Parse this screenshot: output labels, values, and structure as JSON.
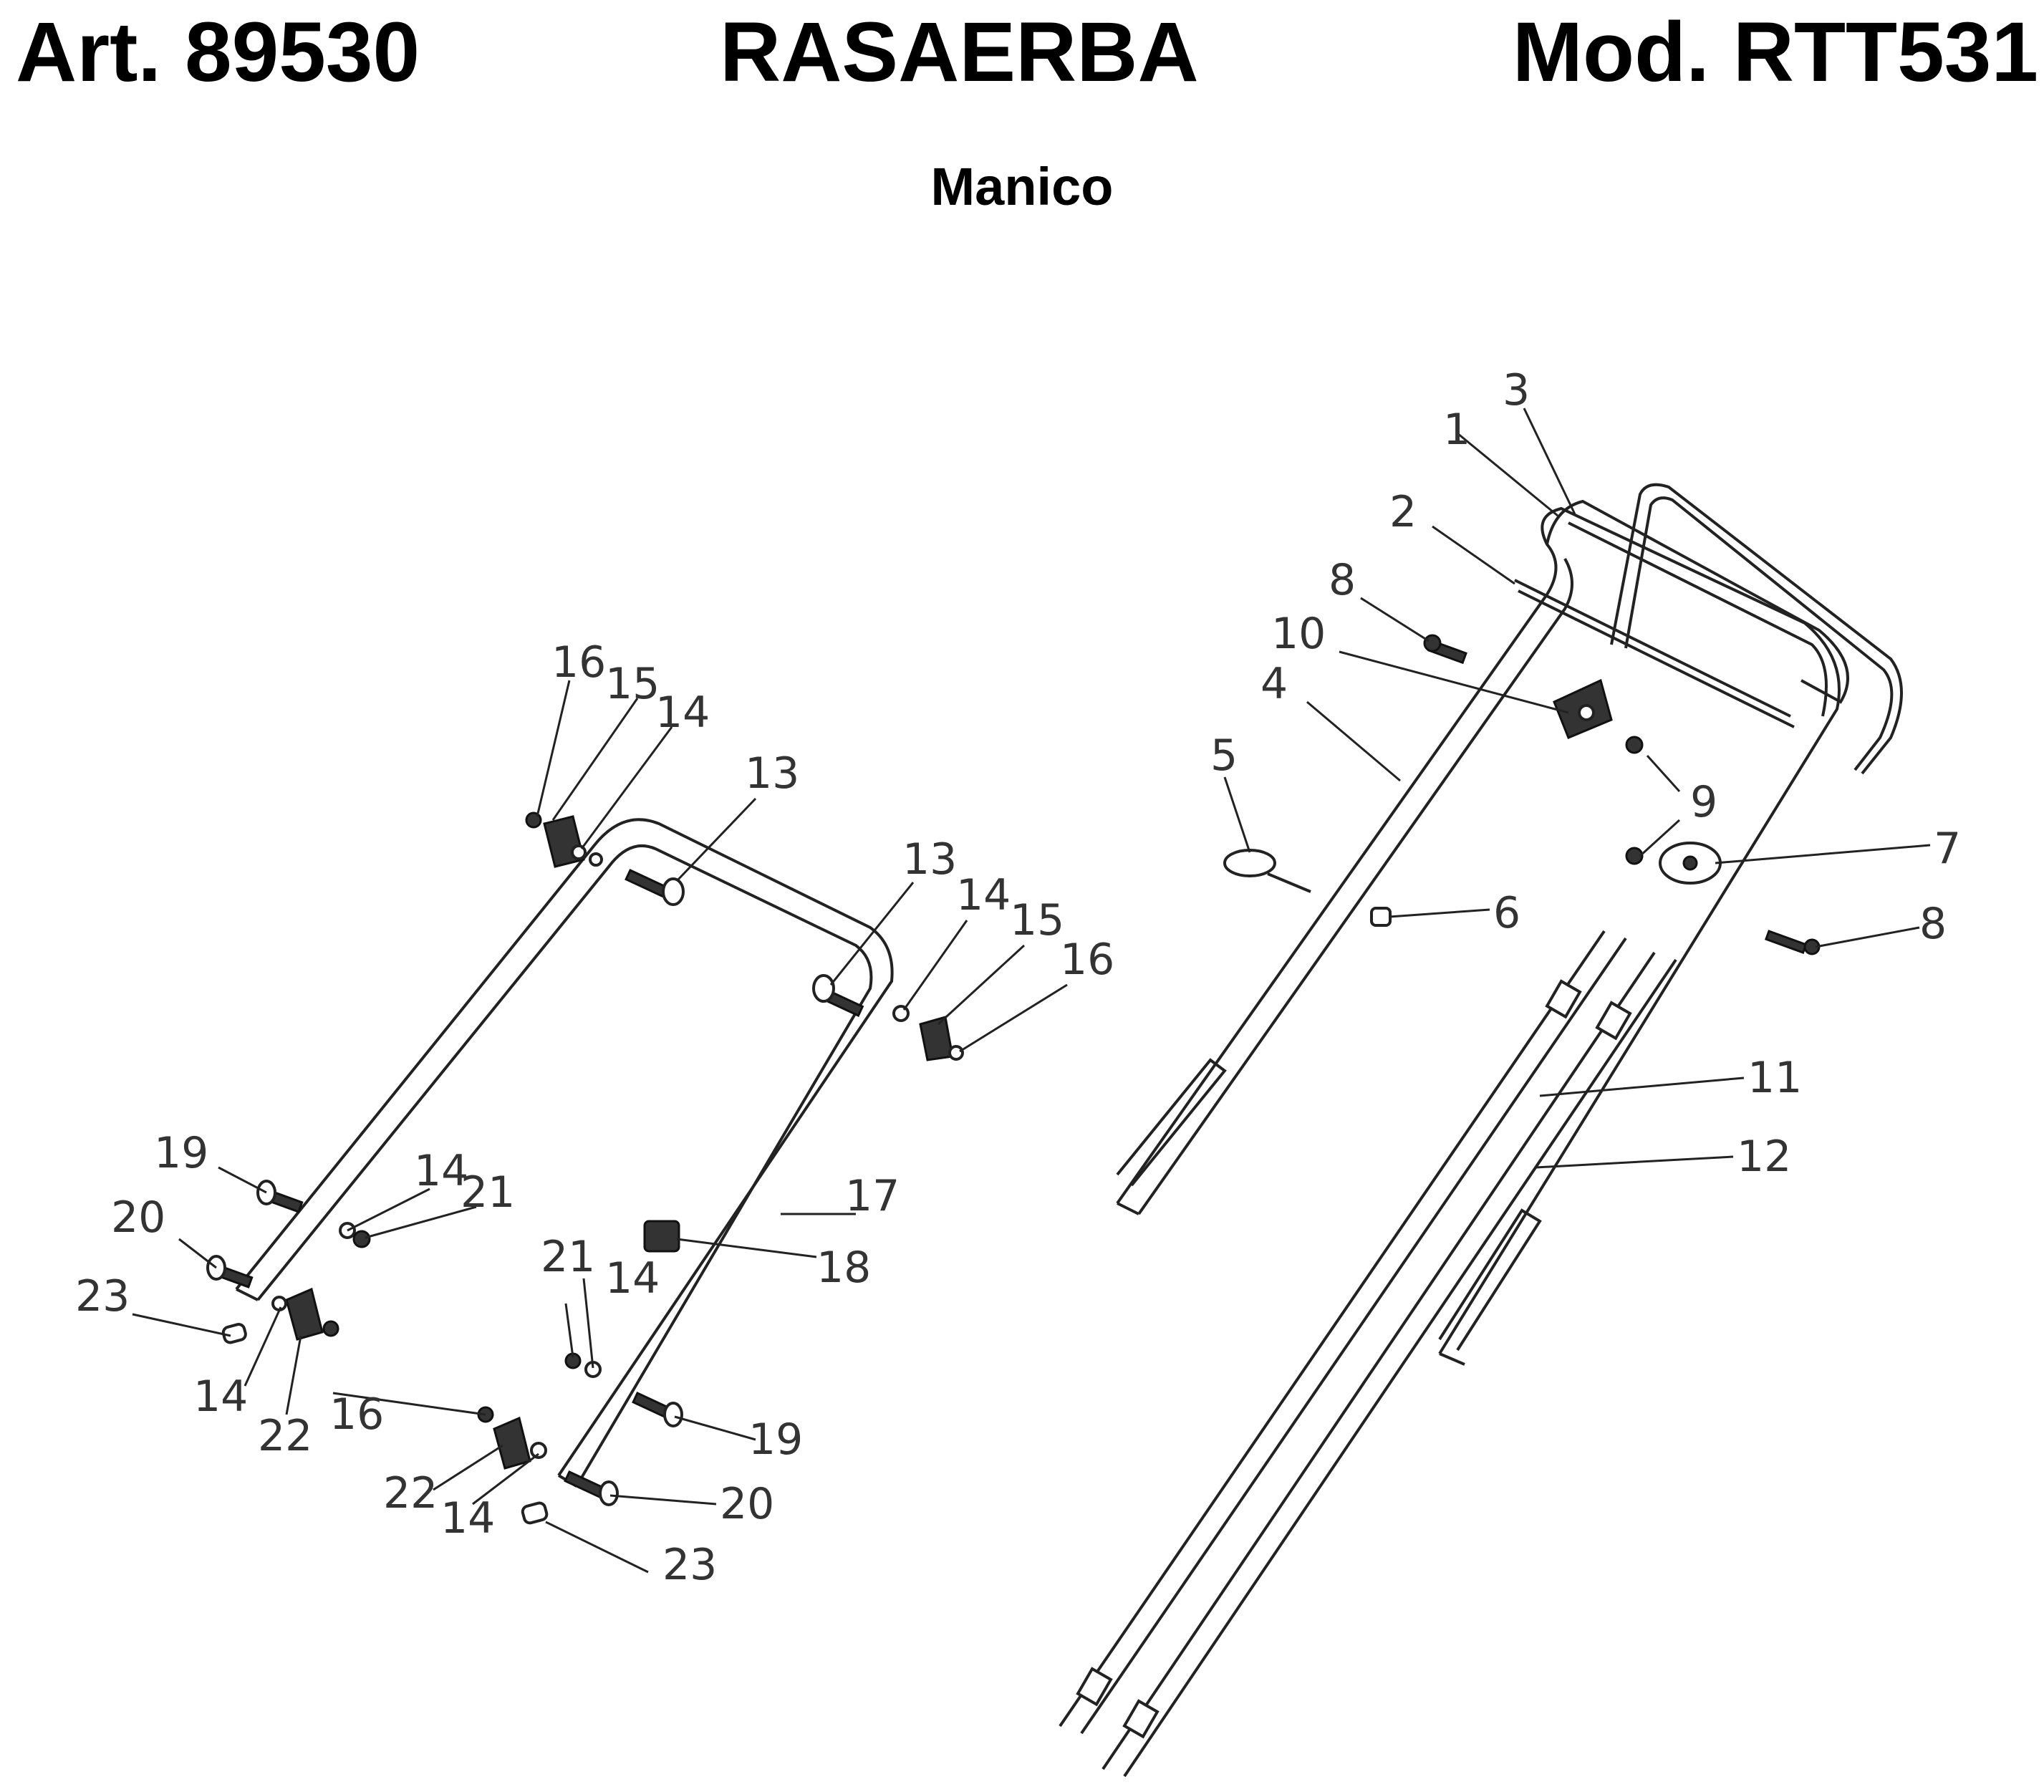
{
  "header": {
    "article": "Art. 89530",
    "product": "RASAERBA",
    "model": "Mod. RTT531"
  },
  "subtitle": "Manico",
  "callouts": {
    "n1": "1",
    "n2": "2",
    "n3": "3",
    "n4": "4",
    "n5": "5",
    "n6": "6",
    "n7": "7",
    "n8": "8",
    "n9": "9",
    "n10": "10",
    "n11": "11",
    "n12": "12",
    "n13": "13",
    "n14": "14",
    "n15": "15",
    "n16": "16",
    "n17": "17",
    "n18": "18",
    "n19": "19",
    "n20": "20",
    "n21": "21",
    "n22": "22",
    "n23": "23"
  },
  "colors": {
    "ink": "#222222",
    "background": "#ffffff"
  }
}
